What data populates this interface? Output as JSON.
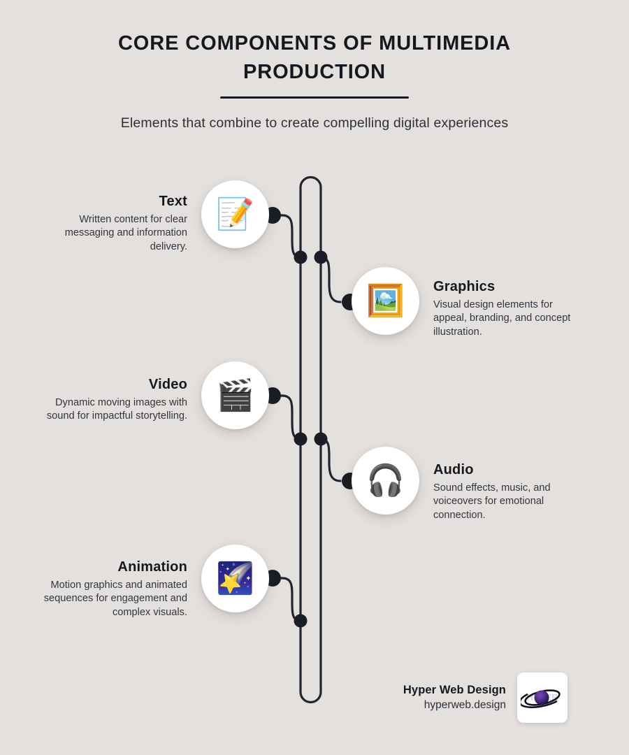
{
  "header": {
    "title": "CORE COMPONENTS OF MULTIMEDIA PRODUCTION",
    "subtitle": "Elements that combine to create compelling digital experiences"
  },
  "theme": {
    "background": "#e4e0de",
    "ink": "#16181f",
    "track": "#22242e",
    "node_fill": "#ffffff"
  },
  "items": [
    {
      "title": "Text",
      "description": "Written content for clear messaging and information delivery.",
      "icon": "memo-pencil-icon",
      "glyph": "📝",
      "side": "left"
    },
    {
      "title": "Graphics",
      "description": "Visual design elements for appeal, branding, and concept illustration.",
      "icon": "framed-picture-icon",
      "glyph": "🖼️",
      "side": "right"
    },
    {
      "title": "Video",
      "description": "Dynamic moving images with sound for impactful storytelling.",
      "icon": "clapper-board-icon",
      "glyph": "🎬",
      "side": "left"
    },
    {
      "title": "Audio",
      "description": "Sound effects, music, and voiceovers for emotional connection.",
      "icon": "headphone-icon",
      "glyph": "🎧",
      "side": "right"
    },
    {
      "title": "Animation",
      "description": "Motion graphics and animated sequences for engagement and complex visuals.",
      "icon": "shooting-star-icon",
      "glyph": "🌠",
      "side": "left"
    }
  ],
  "footer": {
    "brand_name": "Hyper Web Design",
    "brand_url": "hyperweb.design",
    "logo_icon": "hyper-planet-logo-icon"
  }
}
